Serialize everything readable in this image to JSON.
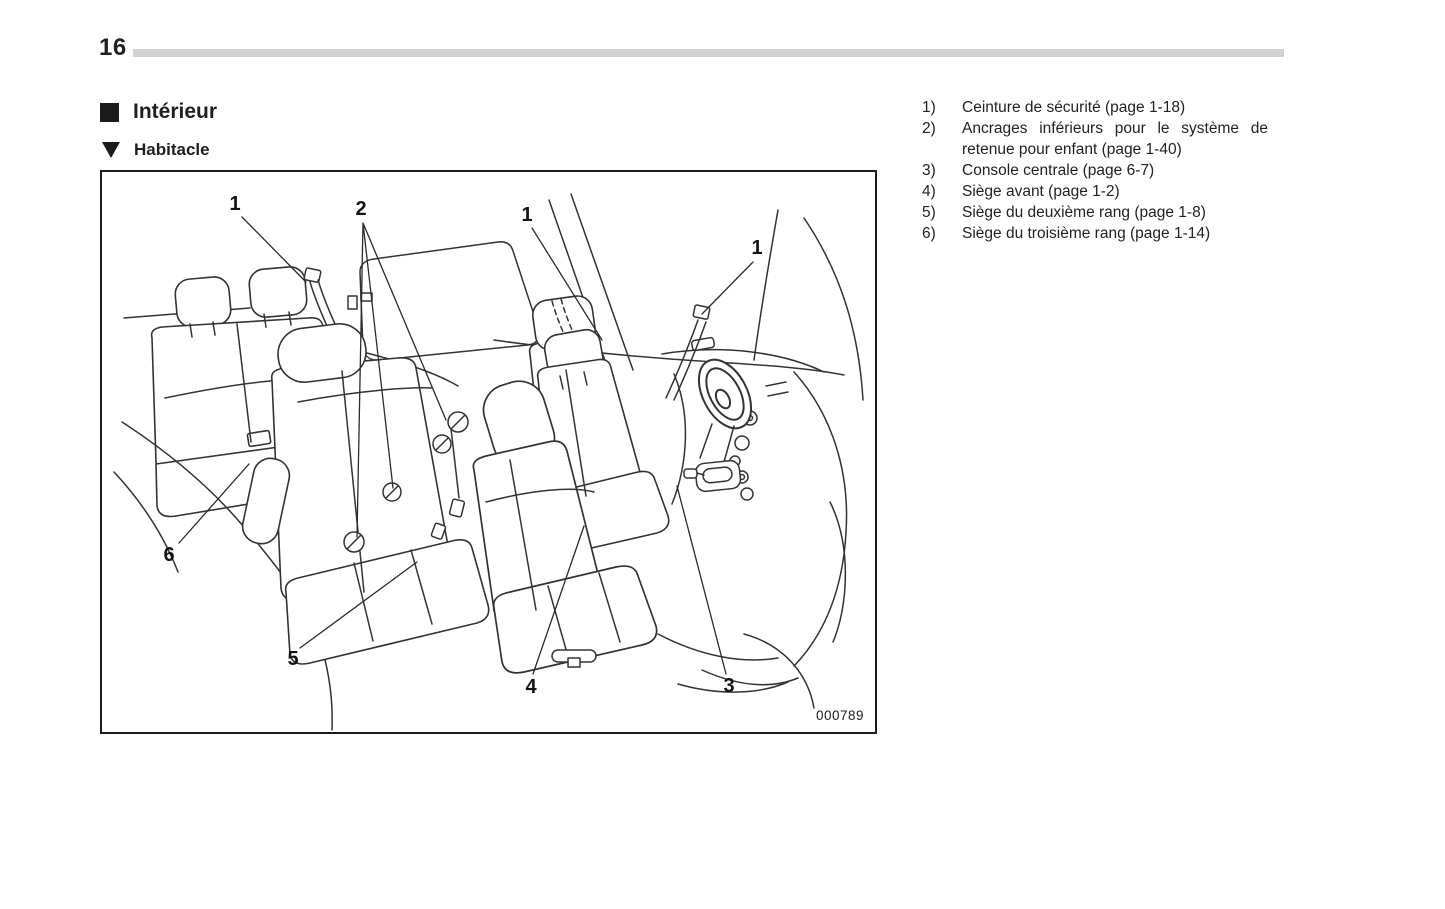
{
  "page": {
    "number": "16"
  },
  "headings": {
    "section": "Intérieur",
    "subsection": "Habitacle"
  },
  "legend": {
    "items": [
      {
        "num": "1)",
        "text": "Ceinture de sécurité (page 1-18)"
      },
      {
        "num": "2)",
        "line1": "Ancrages inférieurs pour le système de",
        "line2": "retenue pour enfant (page 1-40)"
      },
      {
        "num": "3)",
        "text": "Console centrale (page 6-7)"
      },
      {
        "num": "4)",
        "text": "Siège avant (page 1-2)"
      },
      {
        "num": "5)",
        "text": "Siège du deuxième rang (page 1-8)"
      },
      {
        "num": "6)",
        "text": "Siège du troisième rang (page 1-14)"
      }
    ]
  },
  "figure": {
    "code": "000789",
    "callouts": [
      {
        "label": "1"
      },
      {
        "label": "2"
      },
      {
        "label": "1"
      },
      {
        "label": "1"
      },
      {
        "label": "6"
      },
      {
        "label": "5"
      },
      {
        "label": "4"
      },
      {
        "label": "3"
      }
    ]
  },
  "colors": {
    "ink": "#1f1f1f",
    "header_bar": "#d2d2d4",
    "line_art": "#333333"
  }
}
